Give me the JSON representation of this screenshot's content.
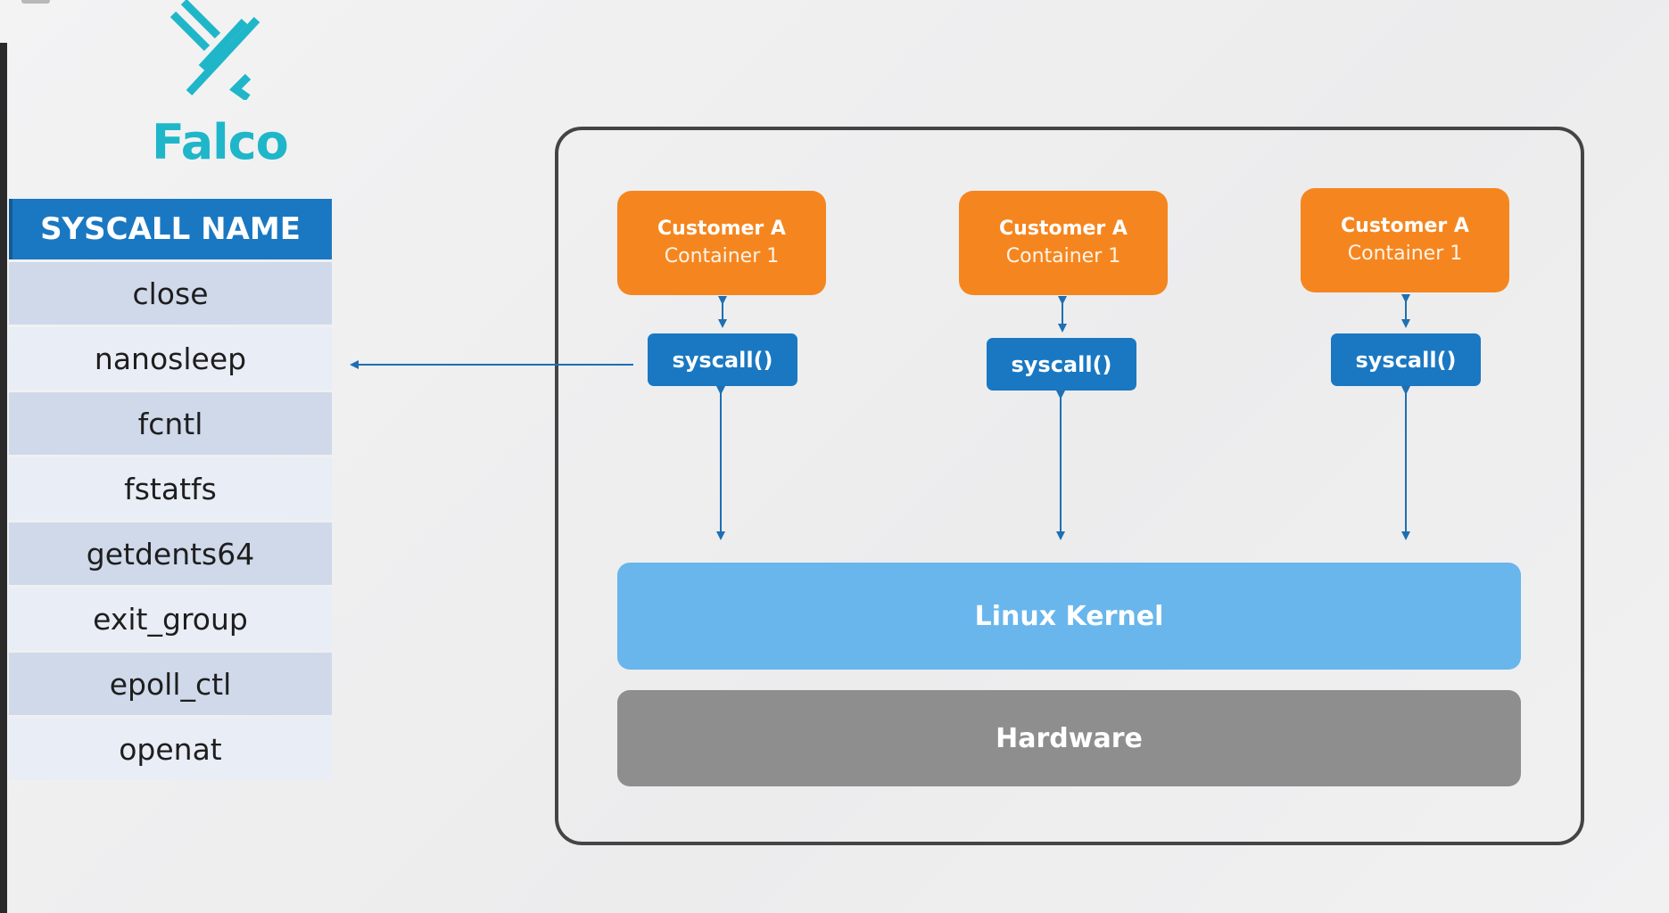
{
  "logo": {
    "icon": "falco-logo-icon",
    "wordmark": "Falco",
    "color": "#1fb6c9"
  },
  "syscall_table": {
    "header": "SYSCALL NAME",
    "rows": [
      "close",
      "nanosleep",
      "fcntl",
      "fstatfs",
      "getdents64",
      "exit_group",
      "epoll_ctl",
      "openat"
    ]
  },
  "containers": [
    {
      "title": "Customer A",
      "subtitle": "Container 1",
      "syscall": "syscall()"
    },
    {
      "title": "Customer A",
      "subtitle": "Container 1",
      "syscall": "syscall()"
    },
    {
      "title": "Customer A",
      "subtitle": "Container 1",
      "syscall": "syscall()"
    }
  ],
  "layers": {
    "kernel": "Linux Kernel",
    "hardware": "Hardware"
  },
  "colors": {
    "container": "#f5861f",
    "syscall": "#1a78c2",
    "kernel": "#68b6ec",
    "hardware": "#8e8e8e",
    "table_header": "#1a78c2",
    "arrow": "#1f6fb2"
  }
}
